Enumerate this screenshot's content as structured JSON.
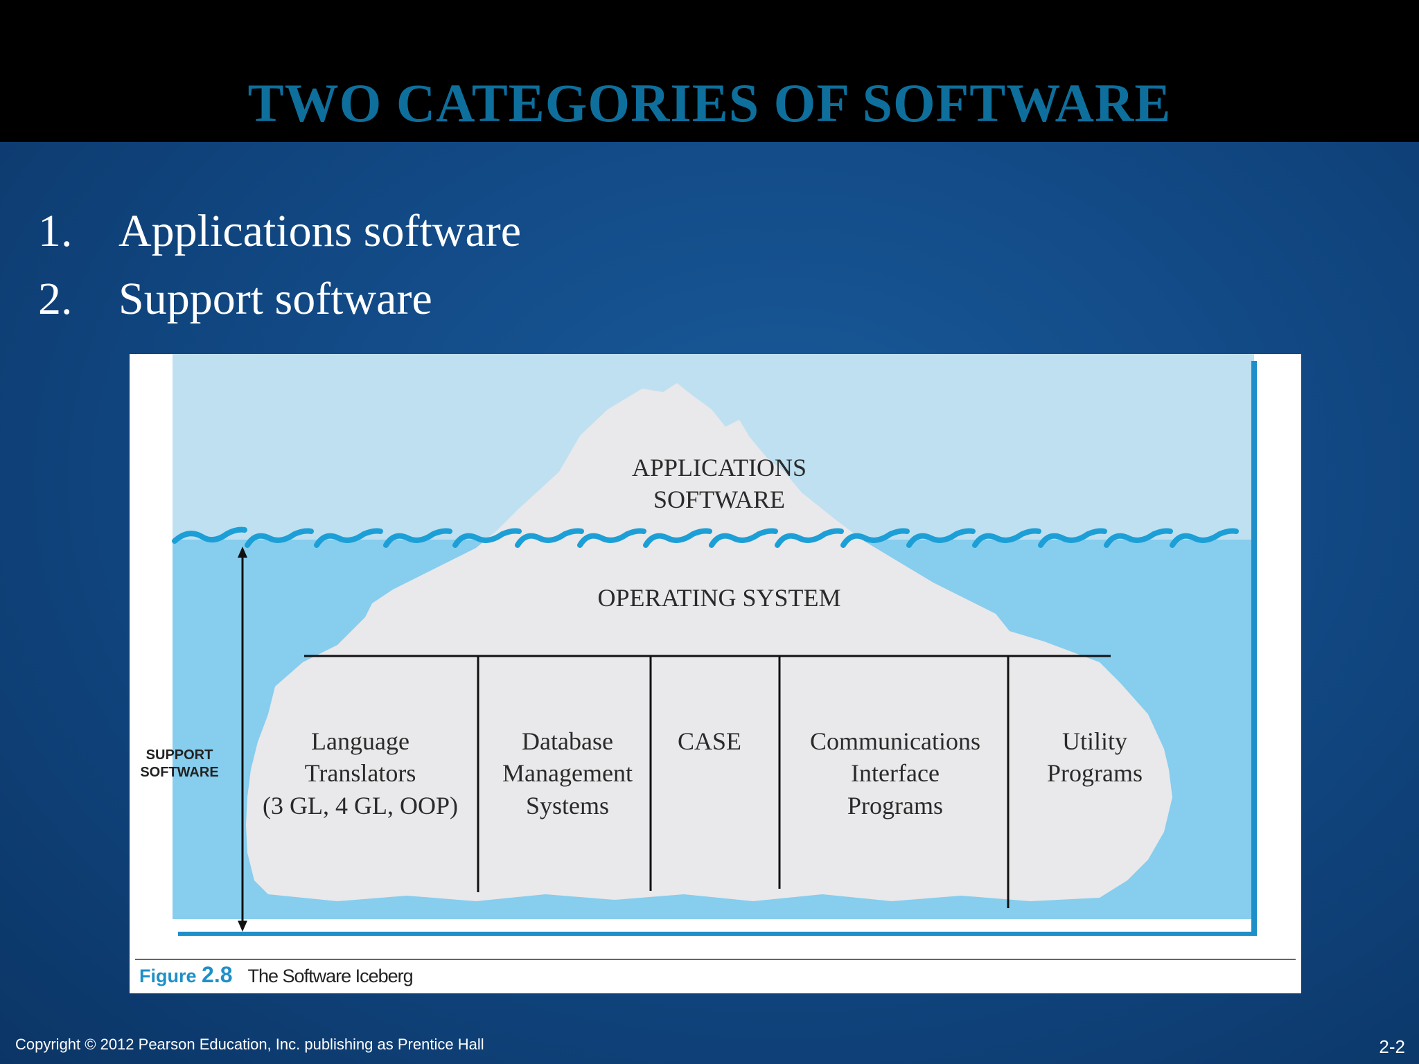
{
  "slide": {
    "title": "TWO CATEGORIES OF SOFTWARE",
    "list": [
      {
        "num": "1.",
        "text": "Applications software"
      },
      {
        "num": "2.",
        "text": "Support software"
      }
    ],
    "footer": "Copyright © 2012 Pearson Education, Inc. publishing as Prentice Hall",
    "page_number": "2-2"
  },
  "figure": {
    "tip_label": [
      "APPLICATIONS",
      "SOFTWARE"
    ],
    "middle_label": "OPERATING SYSTEM",
    "side_label": [
      "SUPPORT",
      "SOFTWARE"
    ],
    "columns": [
      {
        "lines": [
          "Language",
          "Translators",
          "(3 GL, 4 GL, OOP)"
        ]
      },
      {
        "lines": [
          "Database",
          "Management",
          "Systems"
        ]
      },
      {
        "lines": [
          "CASE"
        ]
      },
      {
        "lines": [
          "Communications",
          "Interface",
          "Programs"
        ]
      },
      {
        "lines": [
          "Utility",
          "Programs"
        ]
      }
    ],
    "caption_prefix": "Figure",
    "caption_number": "2.8",
    "caption_text": "The Software Iceberg"
  },
  "colors": {
    "title": "#0e6f9c",
    "sky": "#bfe0f0",
    "water": "#86cdee",
    "ice": "#e9e8ea",
    "wave": "#1c9fd6",
    "caption_accent": "#1e8fc8"
  }
}
